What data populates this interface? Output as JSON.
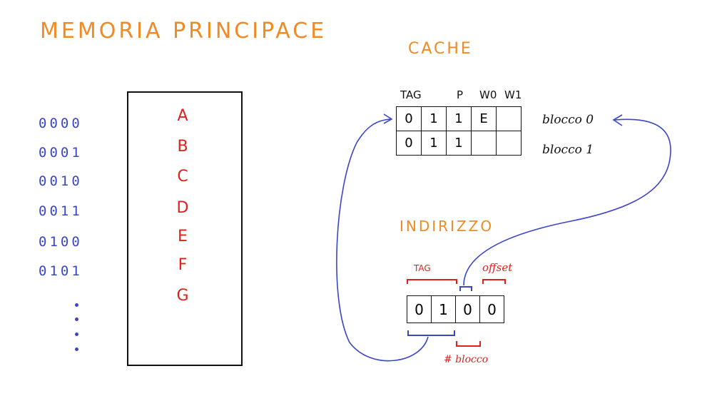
{
  "title": "MEMORIA PRINCIPACE",
  "cache_title": "CACHE",
  "address_title": "INDIRIZZO",
  "main_memory": {
    "addresses": [
      "0000",
      "0001",
      "0010",
      "0011",
      "0100",
      "0101"
    ],
    "values": [
      "A",
      "B",
      "C",
      "D",
      "E",
      "F",
      "G"
    ]
  },
  "cache": {
    "headers": [
      "TAG",
      "P",
      "W0",
      "W1"
    ],
    "rows": [
      {
        "cells": [
          "0",
          "1",
          "1",
          "E",
          ""
        ],
        "label": "blocco 0"
      },
      {
        "cells": [
          "0",
          "1",
          "1",
          "",
          ""
        ],
        "label": "blocco 1"
      }
    ]
  },
  "address": {
    "bits": [
      "0",
      "1",
      "0",
      "0"
    ],
    "tag_label": "TAG",
    "offset_label": "offset",
    "block_label": "# blocco"
  },
  "colors": {
    "title": "#f08a24",
    "addresses": "#3a45c8",
    "values": "#e0201c",
    "annotations": "#e0201c"
  }
}
